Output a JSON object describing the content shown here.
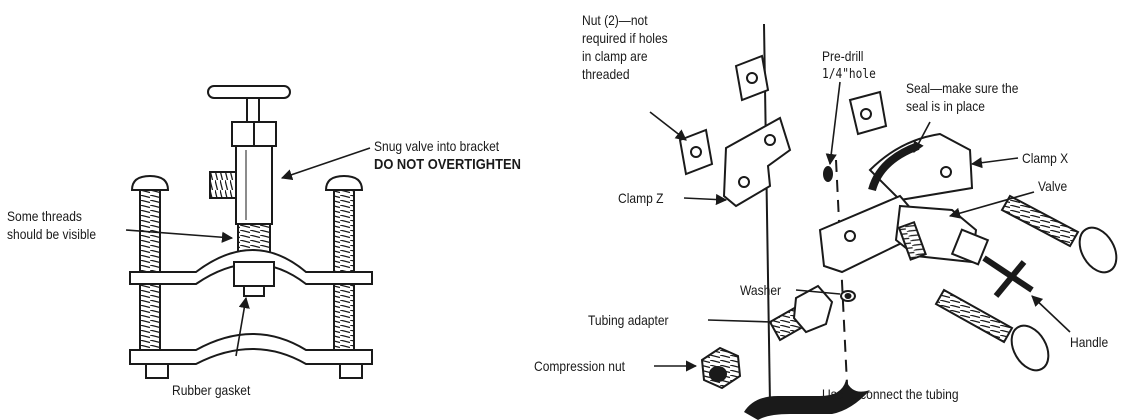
{
  "left_diagram": {
    "labels": {
      "snug_valve": "Snug valve into bracket",
      "do_not_overtighten": "DO NOT OVERTIGHTEN",
      "some_threads_1": "Some threads",
      "some_threads_2": "should be visible",
      "rubber_gasket": "Rubber gasket"
    }
  },
  "right_diagram": {
    "labels": {
      "nut_1": "Nut (2)—not",
      "nut_2": "required if holes",
      "nut_3": "in clamp are",
      "nut_4": "threaded",
      "predrill_1": "Pre-drill",
      "predrill_2": "1/4\"hole",
      "seal_1": "Seal—make sure the",
      "seal_2": "seal is in place",
      "clamp_x": "Clamp X",
      "valve": "Valve",
      "clamp_z": "Clamp Z",
      "washer": "Washer",
      "tubing_adapter": "Tubing adapter",
      "compression_nut": "Compression nut",
      "handle": "Handle",
      "connect_tubing": "Use to connect the tubing"
    }
  },
  "colors": {
    "ink": "#1a1a1a",
    "paper": "#ffffff",
    "shade": "#d9d9d9"
  }
}
